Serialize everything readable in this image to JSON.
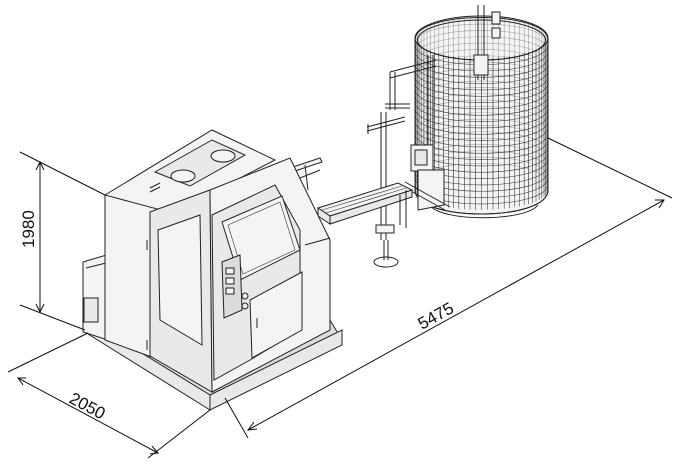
{
  "dimensions": {
    "height": "1980",
    "depth": "2050",
    "length": "5475"
  }
}
